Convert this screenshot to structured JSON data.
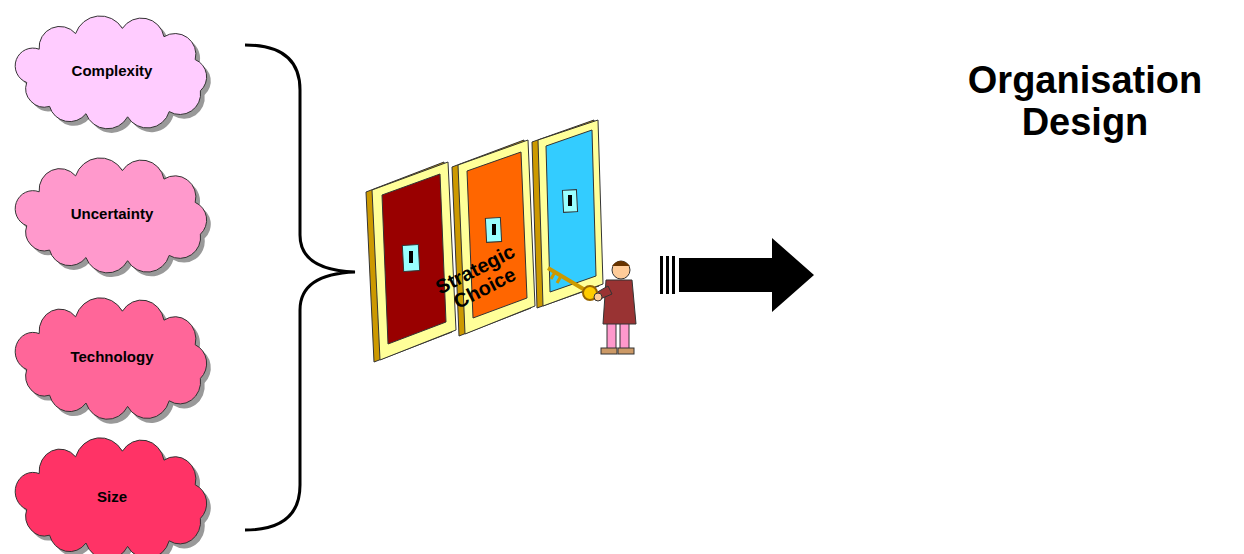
{
  "diagram": {
    "nodes": [
      {
        "text": [
          "Complexity"
        ]
      },
      {
        "text": [
          "Uncertainty"
        ]
      },
      {
        "text": [
          "Technology"
        ]
      },
      {
        "text": [
          "Size"
        ]
      }
    ],
    "labels": [
      "Strategic Choice",
      "Organisation Design"
    ]
  }
}
